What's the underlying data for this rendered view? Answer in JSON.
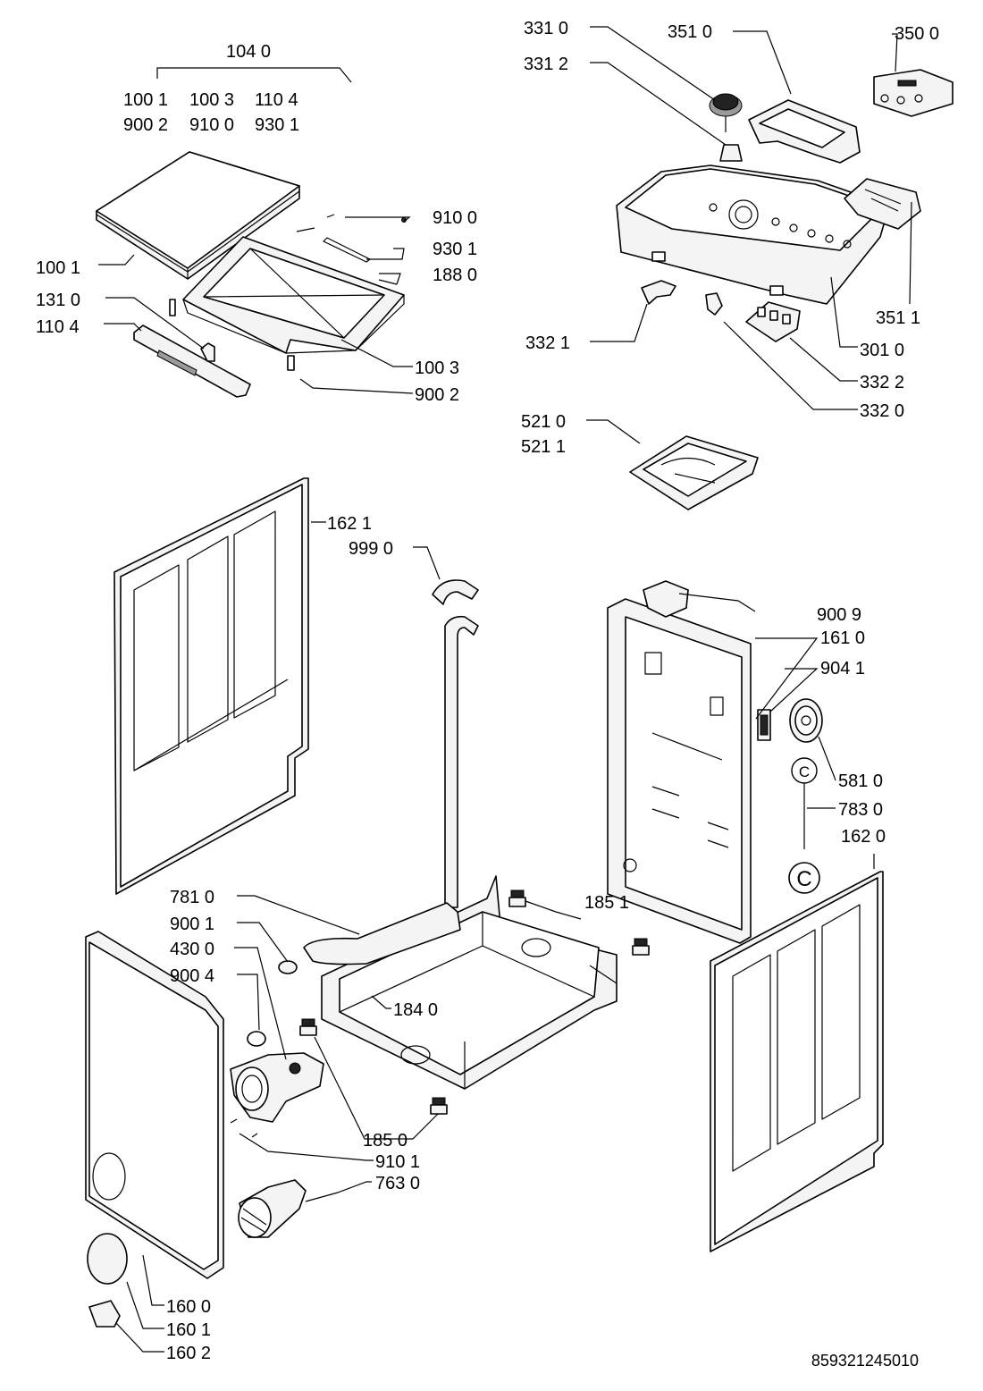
{
  "group_label": {
    "title": "104 0",
    "line1": [
      "100 1",
      "100 3",
      "110 4"
    ],
    "line2": [
      "900 2",
      "910 0",
      "930 1"
    ]
  },
  "labels": {
    "p1001": "100 1",
    "p1310": "131 0",
    "p1104": "110 4",
    "p9100": "910 0",
    "p9301": "930 1",
    "p1880": "188 0",
    "p1003": "100 3",
    "p9002": "900 2",
    "p3310": "331 0",
    "p3312": "331 2",
    "p3510": "351 0",
    "p3500": "350 0",
    "p3511": "351 1",
    "p3321": "332 1",
    "p3010": "301 0",
    "p3322": "332 2",
    "p3320": "332 0",
    "p5210": "521 0",
    "p5211": "521 1",
    "p1621": "162 1",
    "p9990": "999 0",
    "p9009": "900 9",
    "p1610": "161 0",
    "p9041": "904 1",
    "p5810": "581 0",
    "p7830": "783 0",
    "p1620": "162 0",
    "p7810": "781 0",
    "p9001": "900 1",
    "p4300": "430 0",
    "p9004": "900 4",
    "p1851": "185 1",
    "p1840": "184 0",
    "p1850": "185 0",
    "p9101": "910 1",
    "p7630": "763 0",
    "p1600": "160 0",
    "p1601": "160 1",
    "p1602": "160 2"
  },
  "connector_mark": "C",
  "footer_code": "859321245010"
}
